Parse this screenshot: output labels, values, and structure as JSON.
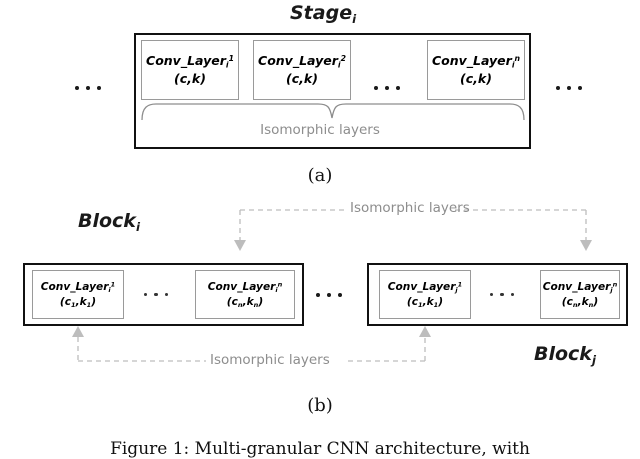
{
  "figure": {
    "caption": "Figure 1: Multi-granular CNN architecture, with"
  },
  "panel_a": {
    "letter": "(a)",
    "title": {
      "base": "Stage",
      "sub": "i"
    },
    "leading_dots": "…",
    "trailing_dots": "…",
    "inner_dots": "…",
    "brace_label": "Isomorphic layers",
    "layers": [
      {
        "base": "Conv_Layer",
        "sub": "i",
        "sup": "1",
        "params": "(c,k)"
      },
      {
        "base": "Conv_Layer",
        "sub": "i",
        "sup": "2",
        "params": "(c,k)"
      },
      {
        "base": "Conv_Layer",
        "sub": "i",
        "sup": "n",
        "params": "(c,k)"
      }
    ]
  },
  "panel_b": {
    "letter": "(b)",
    "between_blocks_dots": "…",
    "top_link_label": "Isomorphic layers",
    "bottom_link_label": "Isomorphic layers",
    "blocks": [
      {
        "title": {
          "base": "Block",
          "sub": "i"
        },
        "title_position": "above-left",
        "inner_dots": "…",
        "layers": [
          {
            "base": "Conv_Layer",
            "sub": "i",
            "sup": "1",
            "params_base": "(c",
            "params_sub1": "1",
            "params_mid": ",k",
            "params_sub2": "1",
            "params_end": ")"
          },
          {
            "base": "Conv_Layer",
            "sub": "i",
            "sup": "n",
            "params_base": "(c",
            "params_sub1": "n",
            "params_mid": ",k",
            "params_sub2": "n",
            "params_end": ")"
          }
        ]
      },
      {
        "title": {
          "base": "Block",
          "sub": "j"
        },
        "title_position": "below-right",
        "inner_dots": "…",
        "layers": [
          {
            "base": "Conv_Layer",
            "sub": "j",
            "sup": "1",
            "params_base": "(c",
            "params_sub1": "1",
            "params_mid": ",k",
            "params_sub2": "1",
            "params_end": ")"
          },
          {
            "base": "Conv_Layer",
            "sub": "j",
            "sup": "n",
            "params_base": "(c",
            "params_sub1": "n",
            "params_mid": ",k",
            "params_sub2": "n",
            "params_end": ")"
          }
        ]
      }
    ]
  },
  "colors": {
    "outline": "#111111",
    "inner_outline": "#9a9a9a",
    "grey_text": "#8d8d8d",
    "dashed_link": "#b5b5b5",
    "background": "#ffffff"
  }
}
